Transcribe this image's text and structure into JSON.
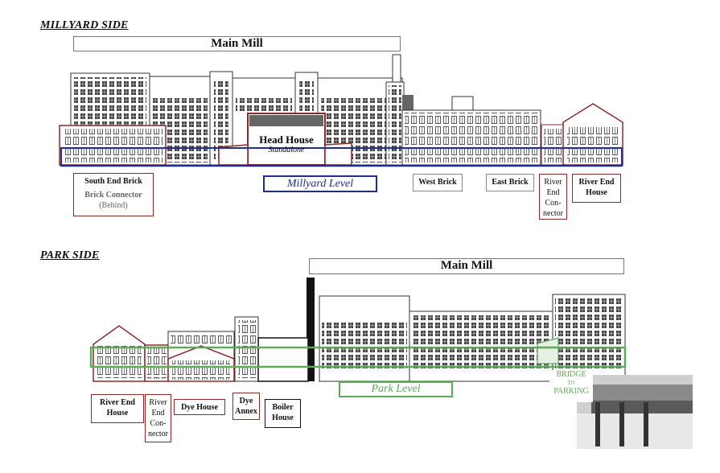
{
  "millyard": {
    "section_title": "MILLYARD SIDE",
    "main_mill": "Main Mill",
    "head_house": {
      "title": "Head House",
      "sub": "Standalone"
    },
    "level_label": "Millyard Level",
    "labels": {
      "south_end_brick": "South End Brick",
      "brick_connector": "Brick Connector",
      "behind": "(Behind)",
      "west_brick": "West Brick",
      "east_brick": "East Brick",
      "river_end_connector": [
        "River",
        "End",
        "Con-",
        "nector"
      ],
      "river_end_house": [
        "River End",
        "House"
      ]
    }
  },
  "park": {
    "section_title": "PARK SIDE",
    "main_mill": "Main Mill",
    "level_label": "Park Level",
    "bridge": {
      "line1": "BRIDGE",
      "line2": "TO",
      "line3": "PARKING"
    },
    "labels": {
      "river_end_house": [
        "River End",
        "House"
      ],
      "river_end_connector": [
        "River",
        "End",
        "Con-",
        "nector"
      ],
      "dye_house": "Dye House",
      "dye_annex": [
        "Dye",
        "Annex"
      ],
      "boiler_house": [
        "Boiler",
        "House"
      ]
    }
  },
  "colors": {
    "millyard_level": "#1f2d9a",
    "park_level": "#5faa5a",
    "label_border": "#8b2a2a"
  }
}
